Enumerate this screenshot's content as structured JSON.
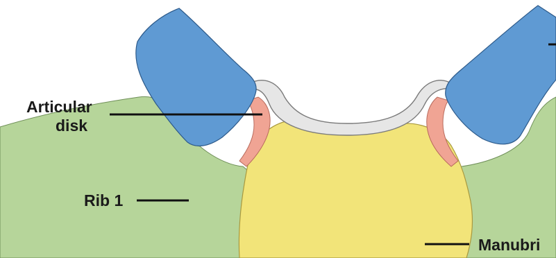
{
  "labels": {
    "articular_line1": "Articular",
    "articular_line2": "disk",
    "rib": "Rib 1",
    "manubrium": "Manubri"
  },
  "colors": {
    "clavicle": "#5f9ad3",
    "rib": "#b6d59a",
    "manubrium": "#f2e479",
    "articular_disk": "#f0a494",
    "capsule": "#e6e6e6",
    "leader_line": "#111111"
  }
}
